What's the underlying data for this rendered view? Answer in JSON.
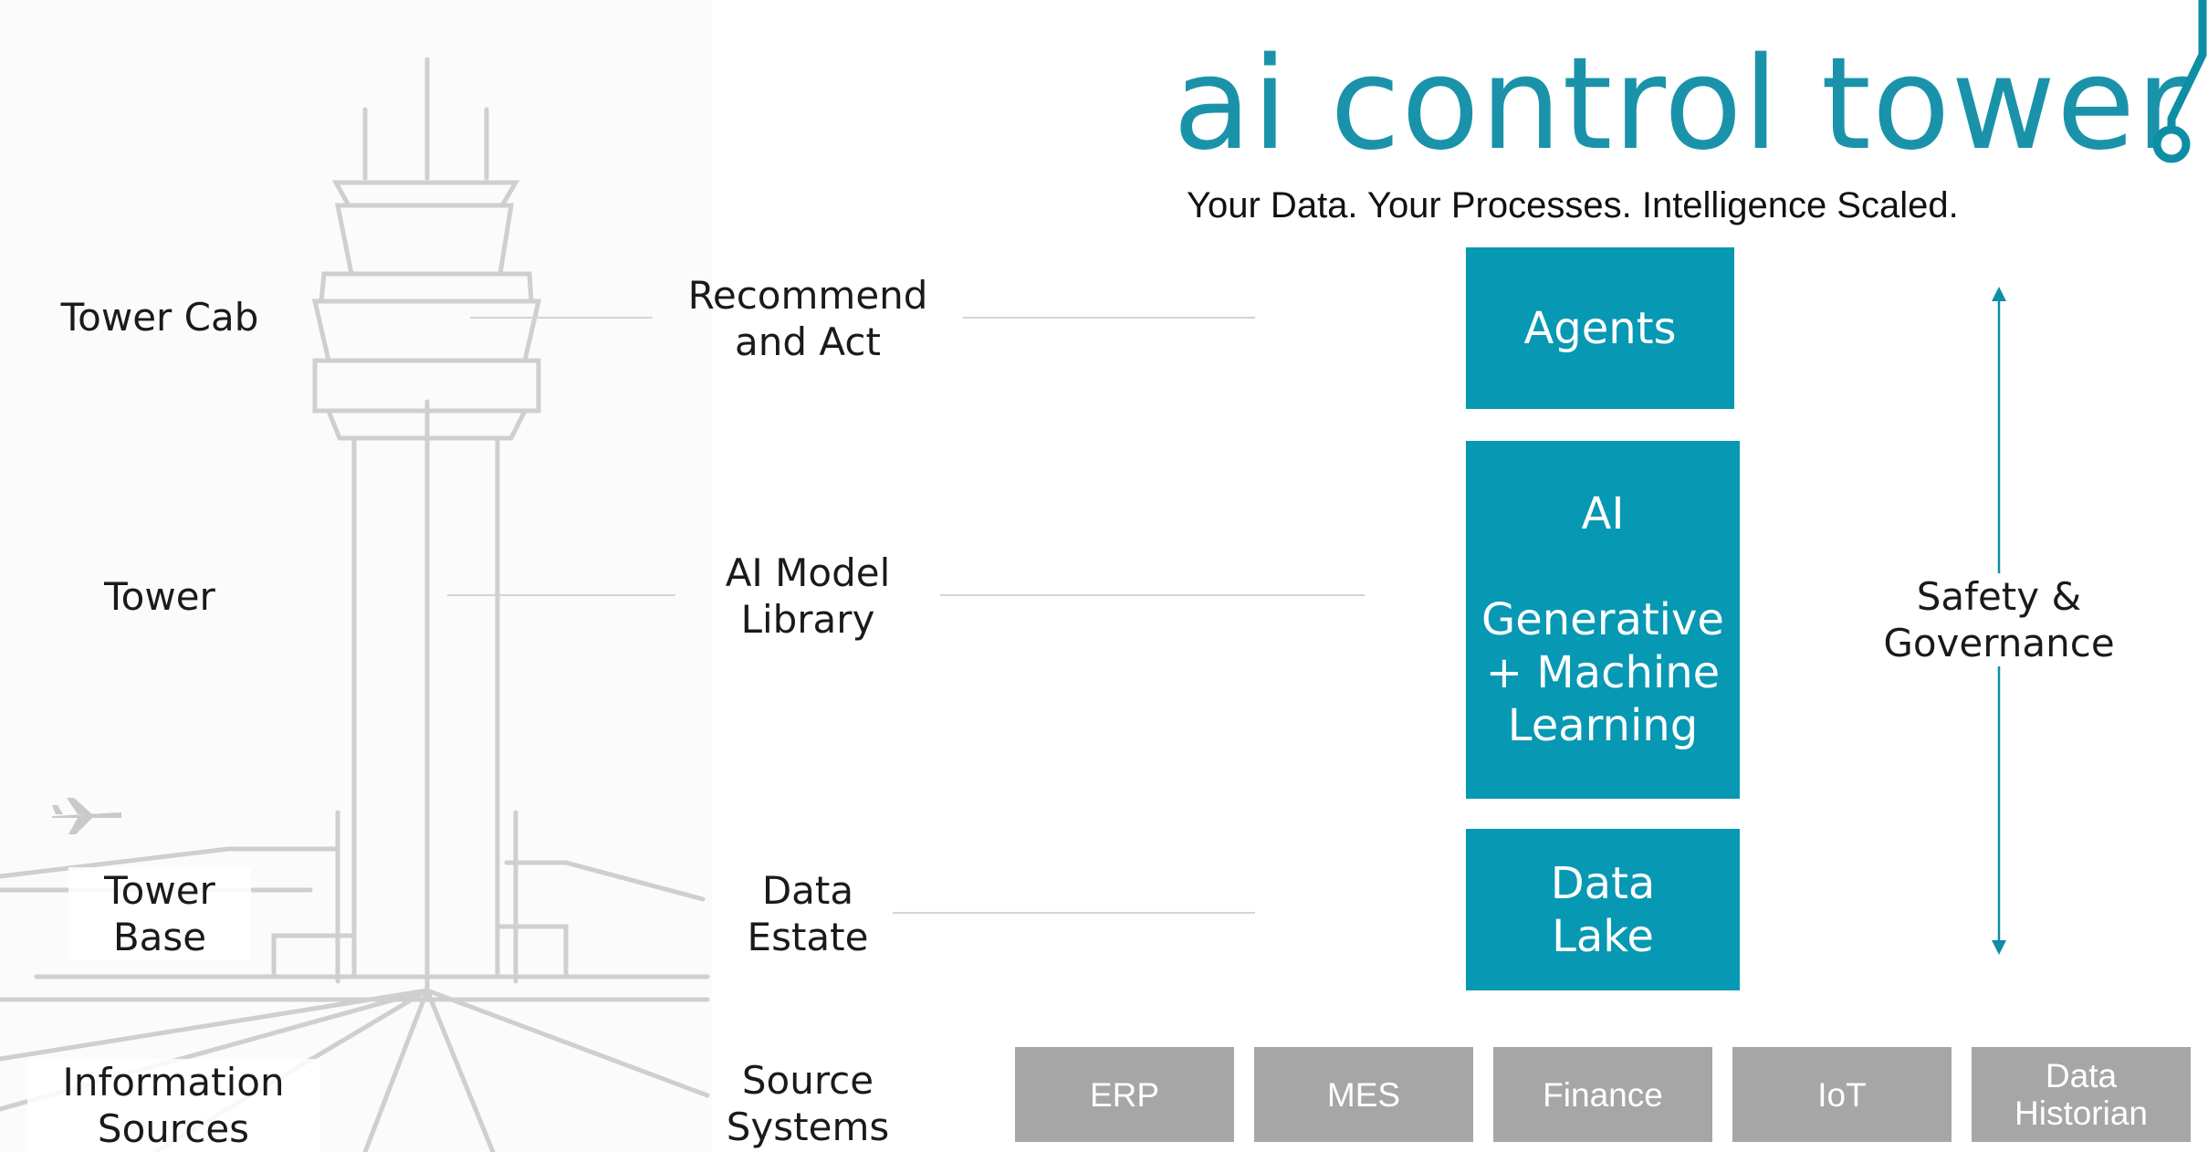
{
  "header": {
    "title": "ai control tower",
    "subtitle": "Your Data. Your Processes. Intelligence Scaled."
  },
  "tower_labels": {
    "cab": "Tower Cab",
    "tower": "Tower",
    "base": "Tower\nBase",
    "info": "Information\nSources"
  },
  "layer_labels": {
    "act": "Recommend\nand Act",
    "model": "AI Model\nLibrary",
    "estate": "Data\nEstate",
    "source": "Source\nSystems"
  },
  "stack": {
    "agents": "Agents",
    "ai": "AI\n\nGenerative\n+ Machine\nLearning",
    "lake": "Data\nLake"
  },
  "sources": [
    "ERP",
    "MES",
    "Finance",
    "IoT",
    "Data\nHistorian"
  ],
  "governance": "Safety &\nGovernance",
  "colors": {
    "accent": "#0798b3",
    "title": "#1a93aa",
    "source_box": "#a6a6a6"
  },
  "icons": {
    "plane": "airplane-icon",
    "logo": "circuit-node-logo"
  }
}
